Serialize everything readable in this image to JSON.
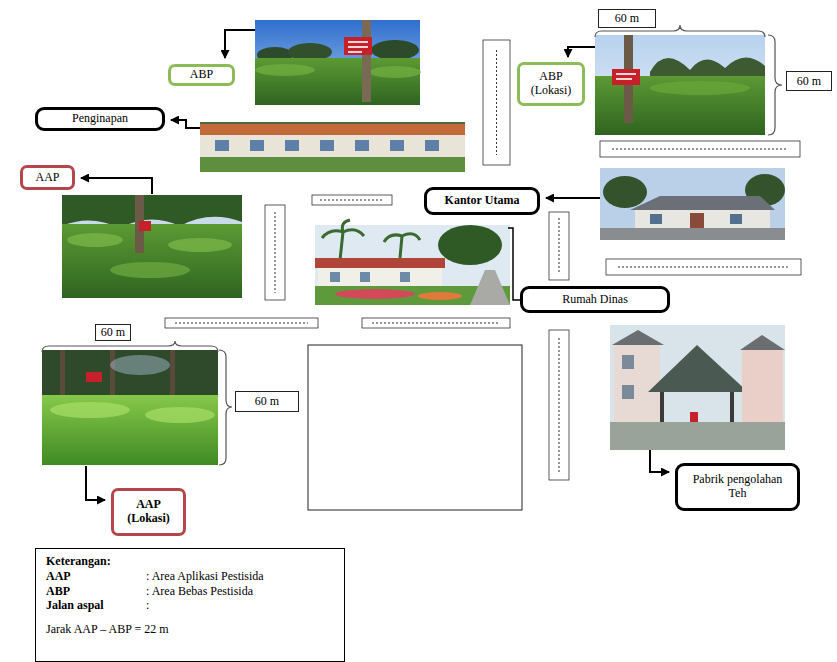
{
  "diagram": {
    "nodes": [
      {
        "text": [
          "ABP"
        ]
      },
      {
        "text": [
          "ABP (Lokasi)"
        ]
      },
      {
        "text": [
          "Penginapan"
        ]
      },
      {
        "text": [
          "AAP"
        ]
      },
      {
        "text": [
          "Kantor Utama"
        ]
      },
      {
        "text": [
          "Rumah Dinas"
        ]
      },
      {
        "text": [
          "Pabrik pengolahan Teh"
        ]
      },
      {
        "text": [
          "AAP (Lokasi)"
        ]
      },
      {
        "text": [
          "Keterangan:",
          "AAP",
          ": Area Aplikasi Pestisida",
          "ABP",
          ": Area Bebas Pestisida",
          "Jalan aspal",
          ":",
          "Jarak AAP – ABP = 22 m"
        ]
      }
    ],
    "labels": [
      "60 m",
      "60 m",
      "60 m",
      "60 m"
    ]
  }
}
